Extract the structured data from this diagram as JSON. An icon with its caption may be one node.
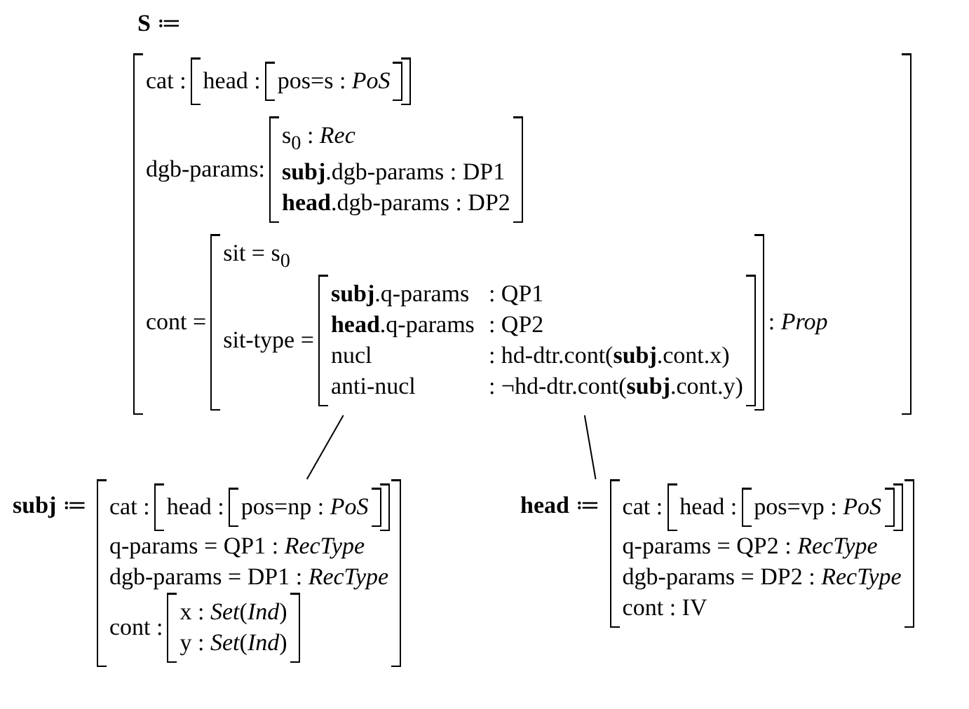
{
  "diagram": {
    "nodes": [
      {
        "text": [
          "**S** ≔",
          "cat :",
          "head :",
          "pos=s : *PoS*",
          "dgb-params:",
          "s$_{0}$ : *Rec*",
          "**subj**.dgb-params : DP1",
          "**head**.dgb-params : DP2",
          "cont =",
          "sit = s$_{0}$",
          "sit-type =",
          "**subj**.q-params",
          ": QP1",
          "**head**.q-params",
          ": QP2",
          "nucl",
          ": hd-dtr.cont(**subj**.cont.x)",
          "anti-nucl",
          ": ¬hd-dtr.cont(**subj**.cont.y)",
          ": *Prop*"
        ]
      },
      {
        "text": [
          "**subj** ≔",
          "cat :",
          "head :",
          "pos=np : *PoS*",
          "q-params = QP1 : *RecType*",
          "dgb-params = DP1 : *RecType*",
          "cont :",
          "x : *Set*(*Ind*)",
          "y : *Set*(*Ind*)"
        ]
      },
      {
        "text": [
          "**head** ≔",
          "cat :",
          "head :",
          "pos=vp : *PoS*",
          "q-params = QP2 : *RecType*",
          "dgb-params = DP2 : *RecType*",
          "cont : IV"
        ]
      }
    ],
    "edges": [
      {
        "from": 0,
        "to": 1,
        "arrow": "none"
      },
      {
        "from": 0,
        "to": 2,
        "arrow": "none"
      }
    ]
  }
}
